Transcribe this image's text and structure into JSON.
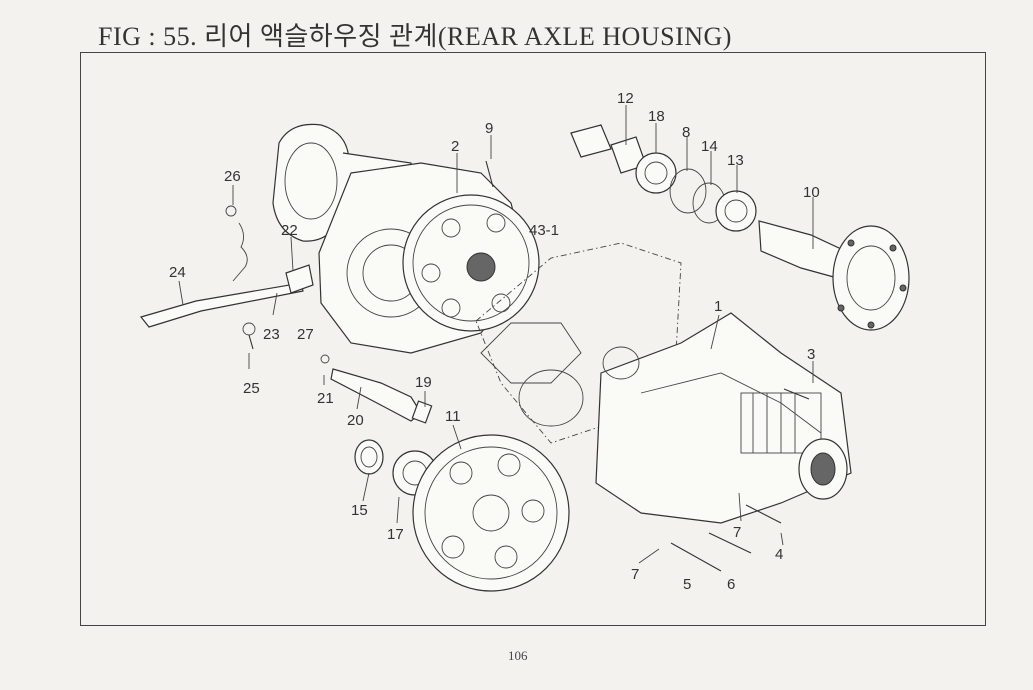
{
  "page": {
    "title": "FIG : 55. 리어 액슬하우징 관계(REAR AXLE HOUSING)",
    "page_number": "106"
  },
  "diagram": {
    "callouts": [
      "12",
      "18",
      "8",
      "14",
      "13",
      "10",
      "9",
      "2",
      "26",
      "43-1",
      "22",
      "24",
      "1",
      "3",
      "23",
      "27",
      "25",
      "21",
      "19",
      "20",
      "11",
      "15",
      "17",
      "7",
      "4",
      "7",
      "5",
      "6"
    ]
  }
}
